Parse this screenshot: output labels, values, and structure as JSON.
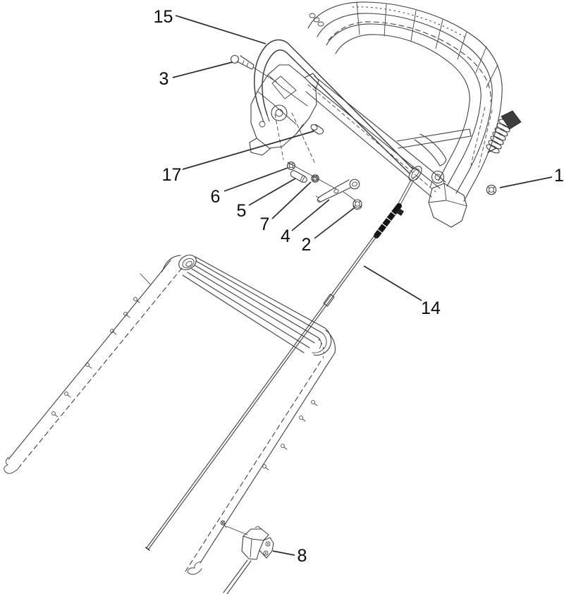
{
  "diagram": {
    "kind": "exploded-parts-line-drawing",
    "background_color": "#ffffff",
    "line_color": "#3f3f3f",
    "label_color": "#0a0a0a"
  },
  "callouts": [
    {
      "id": "15",
      "label": "15"
    },
    {
      "id": "3",
      "label": "3"
    },
    {
      "id": "17",
      "label": "17"
    },
    {
      "id": "6",
      "label": "6"
    },
    {
      "id": "5",
      "label": "5"
    },
    {
      "id": "7",
      "label": "7"
    },
    {
      "id": "4",
      "label": "4"
    },
    {
      "id": "2",
      "label": "2"
    },
    {
      "id": "1",
      "label": "1"
    },
    {
      "id": "14",
      "label": "14"
    },
    {
      "id": "8",
      "label": "8"
    }
  ]
}
